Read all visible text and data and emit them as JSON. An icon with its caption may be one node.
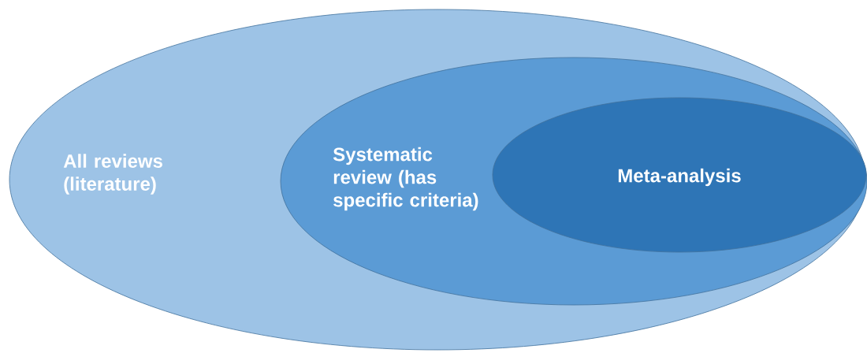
{
  "diagram": {
    "nodes": [
      {
        "text": [
          "All reviews (literature)"
        ]
      },
      {
        "text": [
          "Systematic review (has specific criteria)"
        ],
        "in": 0
      },
      {
        "text": [
          "Meta-analysis"
        ],
        "in": 1
      }
    ]
  }
}
